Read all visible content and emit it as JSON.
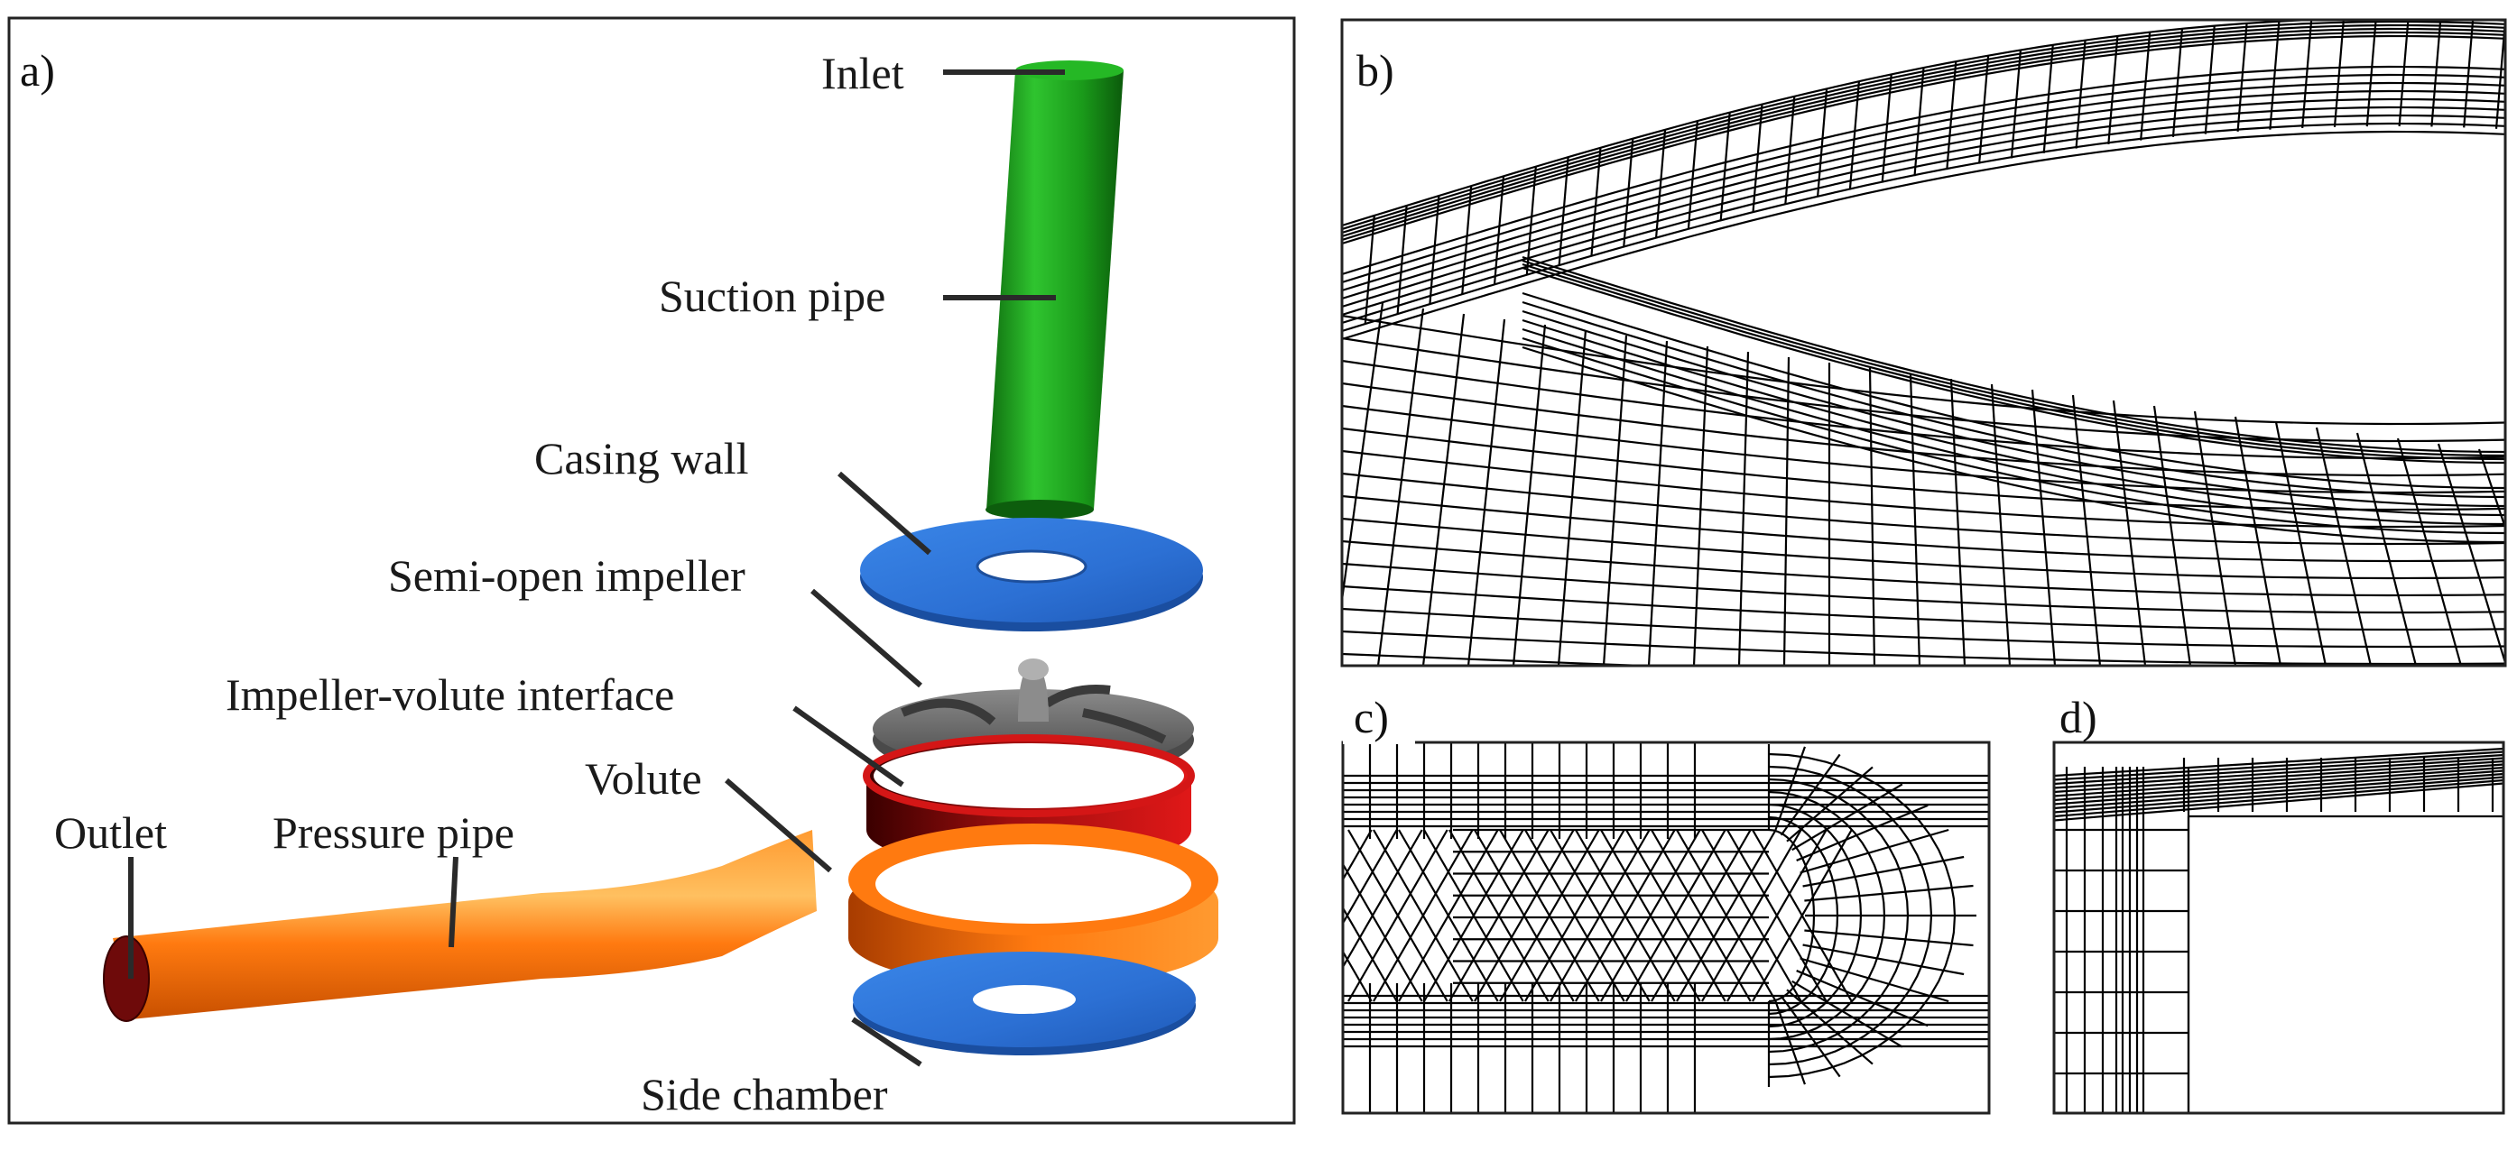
{
  "panels": {
    "a": "a)",
    "b": "b)",
    "c": "c)",
    "d": "d)"
  },
  "labels": {
    "inlet": "Inlet",
    "suction_pipe": "Suction pipe",
    "casing_wall": "Casing wall",
    "impeller": "Semi-open impeller",
    "interface": "Impeller-volute interface",
    "volute": "Volute",
    "outlet": "Outlet",
    "pressure_pipe": "Pressure pipe",
    "side_chamber": "Side chamber"
  },
  "colors": {
    "suction": "#1aa01a",
    "casing": "#2f74d8",
    "impeller": "#6b6b6b",
    "interface": "#c81414",
    "volute": "#ff7a10",
    "outlet_face": "#6e0a0a"
  }
}
